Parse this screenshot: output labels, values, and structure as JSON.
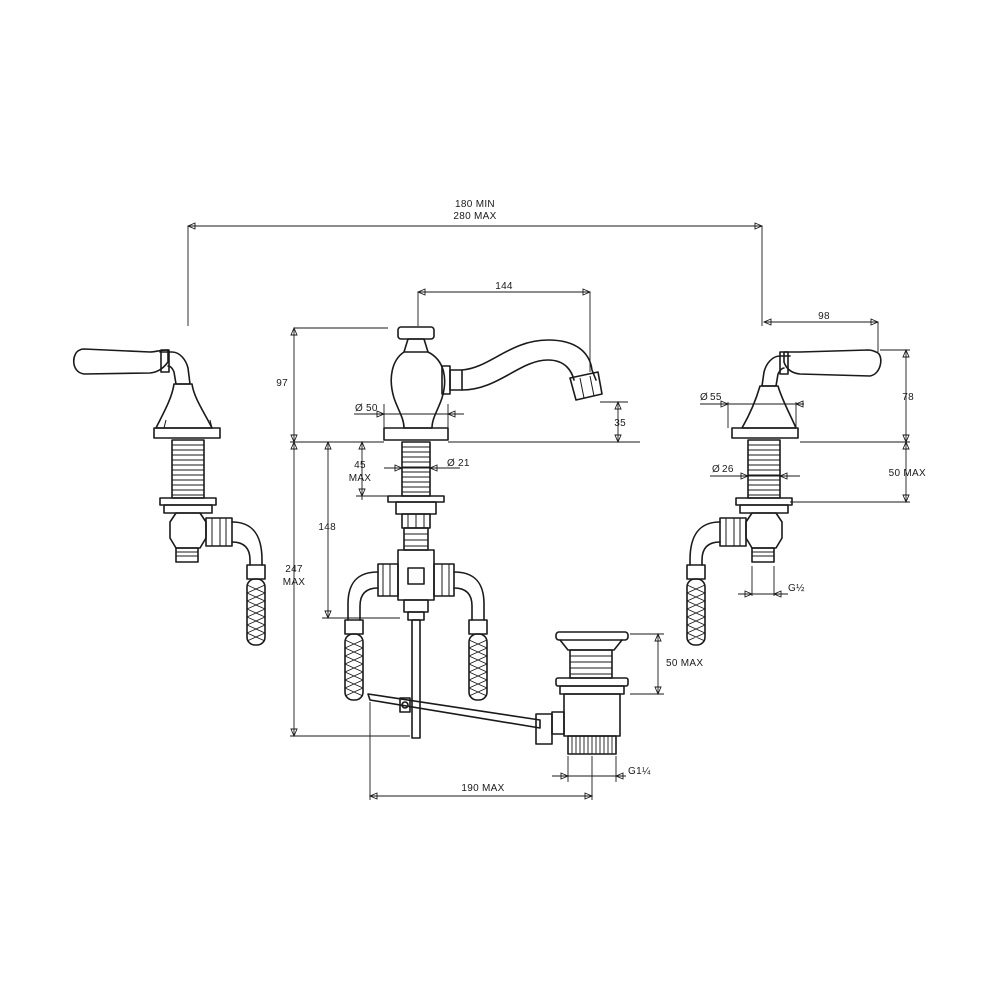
{
  "dimensions": {
    "spread_min": "180 MIN",
    "spread_max": "280 MAX",
    "spout_reach": "144",
    "handle_reach": "98",
    "spout_height": "97",
    "handle_height": "78",
    "spout_base_dia": "50",
    "spout_outlet_height": "35",
    "handle_base_dia": "55",
    "shank_spout_dia": "21",
    "shank_handle_dia": "26",
    "deck_max_a": "45",
    "deck_max_b": "MAX",
    "handle_deck_max": "50 MAX",
    "connector_length": "148",
    "total_below_a": "247",
    "total_below_b": "MAX",
    "handle_thread": "G½",
    "waste_deck_max": "50 MAX",
    "waste_thread": "G1¼",
    "popup_rod_max": "190 MAX",
    "dia_symbol": "Ø"
  }
}
